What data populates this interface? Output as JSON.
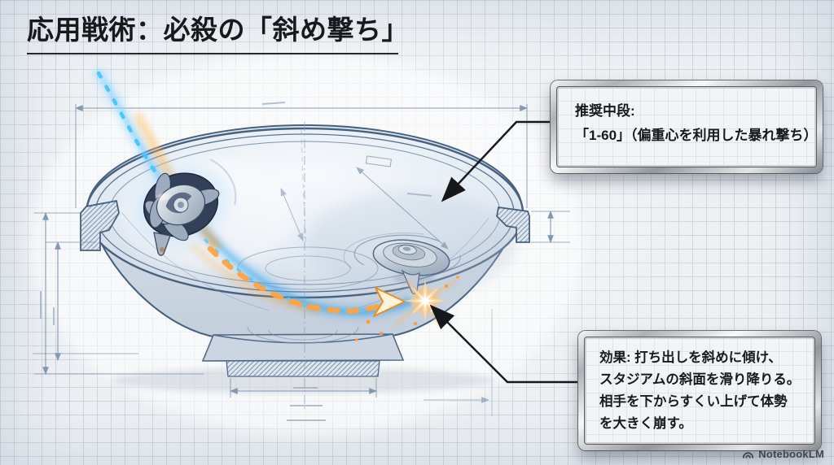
{
  "page": {
    "title": "応用戦術：必殺の「斜め撃ち」",
    "watermark": "NotebookLM"
  },
  "callouts": {
    "recommendation": {
      "line1": "推奨中段:",
      "line2": "「1-60」（偏重心を利用した暴れ撃ち）"
    },
    "effect": {
      "line1": "効果: 打ち出しを斜めに傾け、",
      "line2": "スタジアムの斜面を滑り降りる。",
      "line3": "相手を下からすくい上げて体勢",
      "line4": "を大きく崩す。"
    }
  },
  "diagram": {
    "type": "blueprint-stadium-cross-section",
    "elements": [
      "stadium-bowl",
      "attacker-top",
      "defender-top",
      "launch-trajectory",
      "impact-spark",
      "dimension-lines"
    ],
    "colors": {
      "background": "#edf0f3",
      "grid_line": "#c5cfdb",
      "blueprint_line": "#5a7494",
      "dimension_line": "#7e93ad",
      "trajectory_blue": "#45c4ff",
      "trajectory_orange": "#ffa340",
      "callout_frame_metal": "#b9bcc0",
      "text": "#17191d"
    }
  }
}
